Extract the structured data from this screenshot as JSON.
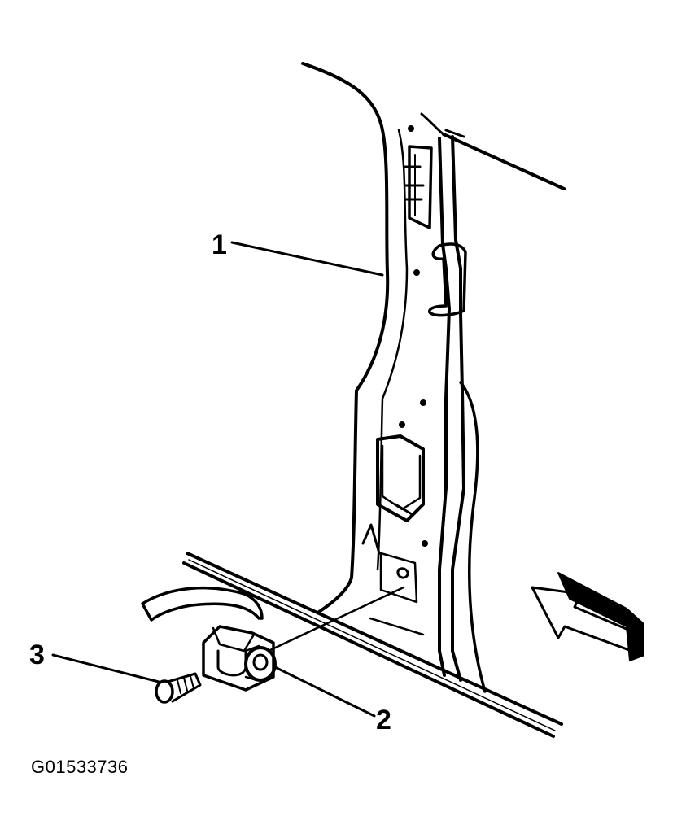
{
  "diagram": {
    "callouts": [
      {
        "label": "1",
        "target": "pillar-panel"
      },
      {
        "label": "2",
        "target": "door-check-bracket"
      },
      {
        "label": "3",
        "target": "bolt"
      }
    ],
    "figure_id": "G01533736",
    "colors": {
      "line": "#000000",
      "background": "#ffffff"
    },
    "icons": [
      "view-direction-arrow-icon"
    ]
  }
}
